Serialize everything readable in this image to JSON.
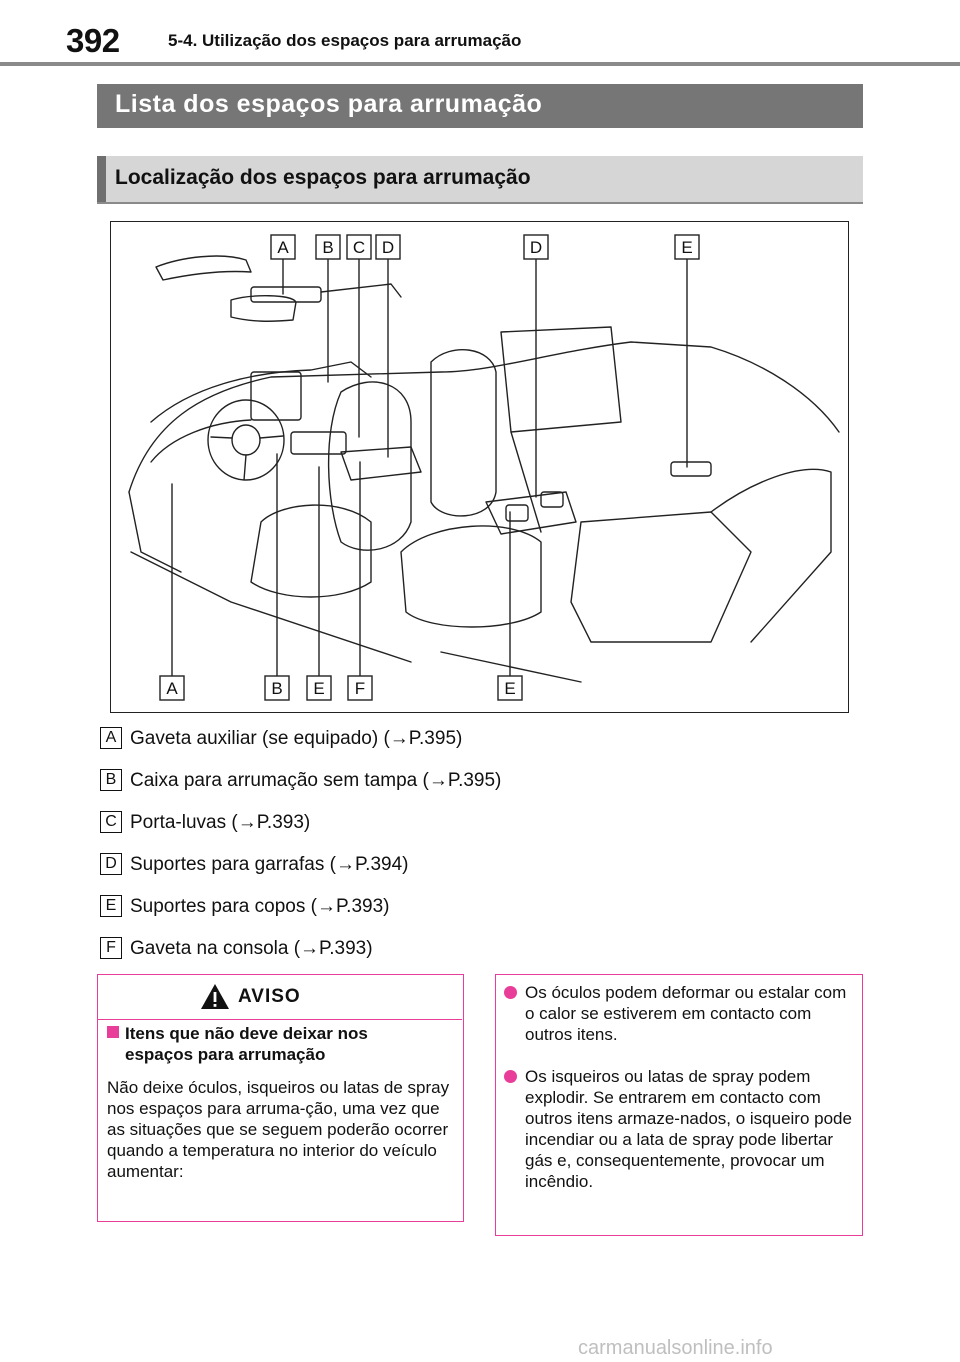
{
  "header": {
    "page_number": "392",
    "section_title": "5-4. Utilização dos espaços para arrumação"
  },
  "title": "Lista dos espaços para arrumação",
  "subtitle": "Localização dos espaços para arrumação",
  "figure": {
    "top_labels": [
      "A",
      "B",
      "C",
      "D",
      "D",
      "E"
    ],
    "bottom_labels": [
      "A",
      "B",
      "E",
      "F",
      "E"
    ]
  },
  "legend": [
    {
      "letter": "A",
      "text": "Gaveta auxiliar (se equipado) (→P.395)"
    },
    {
      "letter": "B",
      "text": "Caixa para arrumação sem tampa (→P.395)"
    },
    {
      "letter": "C",
      "text": "Porta-luvas (→P.393)"
    },
    {
      "letter": "D",
      "text": "Suportes para garrafas (→P.394)"
    },
    {
      "letter": "E",
      "text": "Suportes para copos (→P.393)"
    },
    {
      "letter": "F",
      "text": "Gaveta na consola (→P.393)"
    }
  ],
  "warning": {
    "title": "AVISO",
    "item_heading": "Itens que não deve deixar nos espaços para arrumação",
    "body": "Não deixe óculos, isqueiros ou latas de spray nos espaços para arruma-ção, uma vez que as situações que se seguem poderão ocorrer quando a temperatura no interior do veículo aumentar:",
    "bullets": [
      "Os óculos podem deformar ou estalar com o calor se estiverem em contacto com outros itens.",
      "Os isqueiros ou latas de spray podem explodir. Se entrarem em contacto com outros itens armaze-nados, o isqueiro pode incendiar ou a lata de spray pode libertar gás e, consequentemente, provocar um incêndio."
    ]
  },
  "watermark": "carmanualsonline.info",
  "colors": {
    "accent": "#e83e9a",
    "title_bar": "#767676",
    "subtitle_bar": "#d6d6d6"
  }
}
